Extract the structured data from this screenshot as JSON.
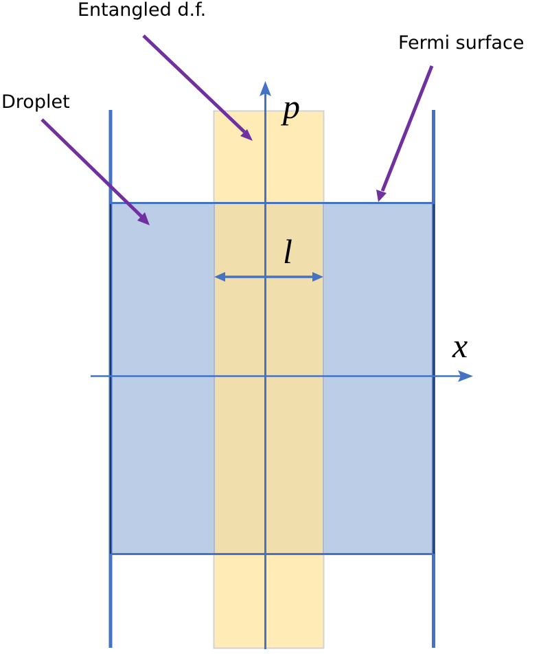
{
  "labels": {
    "entangled": "Entangled d.f.",
    "fermi": "Fermi surface",
    "droplet": "Droplet"
  },
  "axes": {
    "vertical": "p",
    "horizontal": "x",
    "width_symbol": "l"
  },
  "colors": {
    "droplet_fill": "#BCCDE8",
    "strip_fill": "#FFEBB5",
    "overlap_fill": "#F0DFAC",
    "axis": "#4472C4",
    "arrow": "#7030A0",
    "strip_border": "#D0D3D6"
  }
}
